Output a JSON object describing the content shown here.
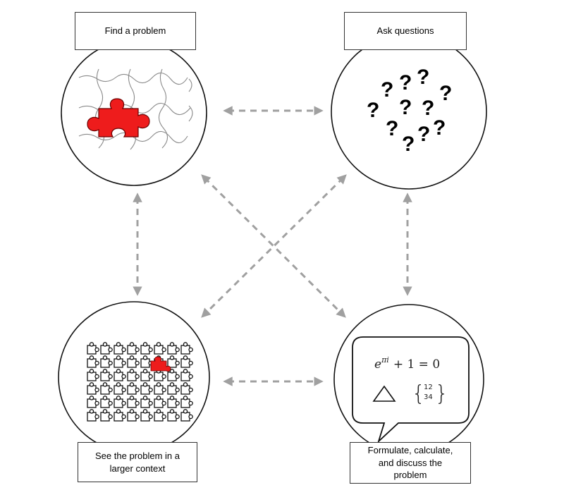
{
  "nodes": {
    "find": {
      "label": "Find a problem"
    },
    "ask": {
      "label": "Ask questions"
    },
    "see": {
      "label": "See the problem in a\nlarger context"
    },
    "formulate": {
      "label": "Formulate, calculate,\nand discuss the\nproblem"
    }
  },
  "equation": {
    "base": "e",
    "exponent": "πi",
    "rest": "+ 1 = 0"
  },
  "matrix": {
    "row1": "12",
    "row2": "34"
  },
  "question_mark": "?",
  "colors": {
    "arrow": "#a0a0a0",
    "puzzle_highlight": "#ee1c1c",
    "outline": "#111111"
  },
  "icons": [
    "puzzle-piece-icon",
    "question-marks-icon",
    "puzzle-grid-icon",
    "speech-bubble-icon",
    "triangle-icon"
  ]
}
